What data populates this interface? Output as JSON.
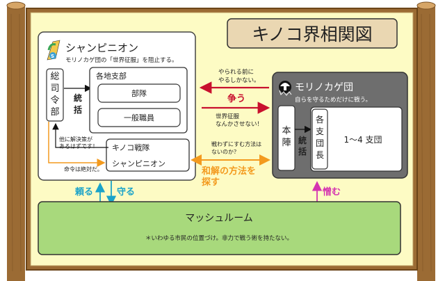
{
  "title": "キノコ界相関図",
  "champignon": {
    "name": "シャンピニオン",
    "subtitle": "モリノカゲ団の「世界征服」を阻止する。",
    "soushireibu": [
      "総",
      "司",
      "令",
      "部"
    ],
    "toukatsu": [
      "統",
      "括"
    ],
    "branch_title": "各地支部",
    "butai": "部隊",
    "ippan": "一般職員",
    "kinoko_sentai": "キノコ戦隊",
    "sentai_name": "シャンピニオン",
    "note_alt": [
      "他に解決策が",
      "あるはずです！"
    ],
    "note_order": "命令は絶対だ。"
  },
  "morinokage": {
    "name": "モリノカゲ団",
    "subtitle": "自らを守るためだけに戦う。",
    "honjin": [
      "本",
      "陣"
    ],
    "toukatsu": [
      "統",
      "括"
    ],
    "kakushidancho": [
      "各",
      "支",
      "団",
      "長"
    ],
    "branches": "1～4 支団"
  },
  "relations": {
    "arasou": "争う",
    "yarareru": [
      "やられる前に",
      "やるしかない。"
    ],
    "seifuku": [
      "世界征服",
      "なんかさせない！"
    ],
    "tatakawazu": [
      "戦わずにすむ方法は",
      "ないのか？"
    ],
    "wakai": [
      "和解の方法を",
      "探す"
    ],
    "tayoru": "頼る",
    "mamoru": "守る",
    "nikumu": "憎む"
  },
  "mushroom": {
    "name": "マッシュルーム",
    "note": "＊いわゆる市民の位置づけ。非力で戦う術を持たない。"
  },
  "colors": {
    "board": "#fdfbc4",
    "wood": "#9b6b34",
    "red": "#c8102e",
    "orange": "#f39a1e",
    "cyan": "#1aa3c9",
    "magenta": "#d433b0",
    "green": "#a8d97c",
    "gray": "#6e6e6e"
  },
  "icons": [
    "sprout-logo-icon",
    "shadow-mushroom-logo-icon"
  ]
}
